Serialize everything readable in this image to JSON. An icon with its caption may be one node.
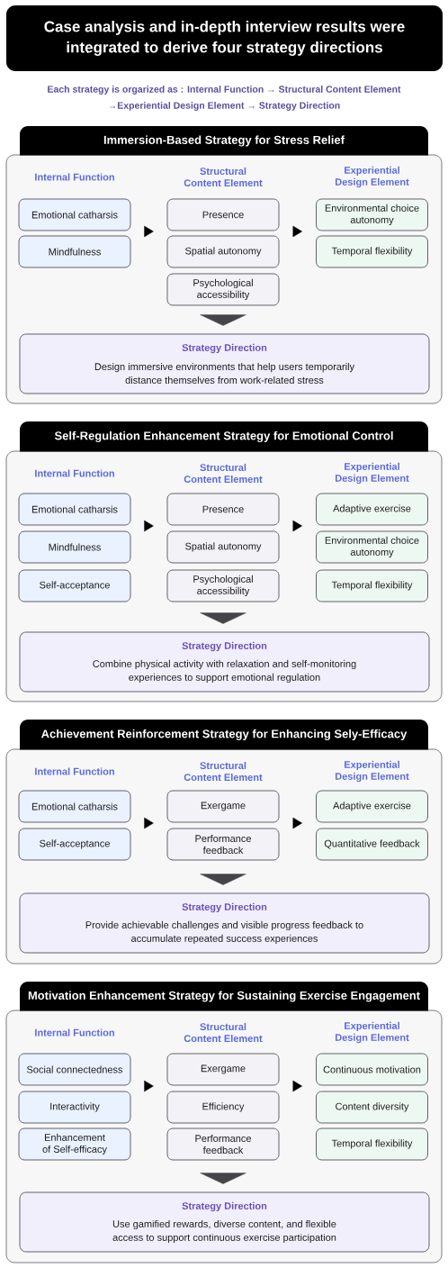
{
  "diagram": {
    "title": "Case analysis and in-depth interview results were integrated to derive four strategy directions",
    "nodes": [
      {
        "text": [
          "Immersion-Based Strategy for Stress Relief",
          "Internal Function",
          "Structural Content Element",
          "Experiential Design Element"
        ]
      },
      {
        "text": [
          "Emotional catharsis"
        ],
        "in": 0
      },
      {
        "text": [
          "Mindfulness"
        ],
        "in": 0
      },
      {
        "text": [
          "Presence"
        ],
        "in": 0
      },
      {
        "text": [
          "Spatial autonomy"
        ],
        "in": 0
      },
      {
        "text": [
          "Psychological accessibility"
        ],
        "in": 0
      },
      {
        "text": [
          "Environmental choice autonomy"
        ],
        "in": 0
      },
      {
        "text": [
          "Temporal flexibility"
        ],
        "in": 0
      },
      {
        "text": [
          "Strategy Direction",
          "Design immersive environments that help users temporarily distance themselves from work-related stress"
        ],
        "in": 0
      },
      {
        "text": [
          "Self-Regulation Enhancement Strategy for Emotional Control",
          "Internal Function",
          "Structural Content Element",
          "Experiential Design Element"
        ]
      },
      {
        "text": [
          "Emotional catharsis"
        ],
        "in": 9
      },
      {
        "text": [
          "Mindfulness"
        ],
        "in": 9
      },
      {
        "text": [
          "Self-acceptance"
        ],
        "in": 9
      },
      {
        "text": [
          "Presence"
        ],
        "in": 9
      },
      {
        "text": [
          "Spatial autonomy"
        ],
        "in": 9
      },
      {
        "text": [
          "Psychological accessibility"
        ],
        "in": 9
      },
      {
        "text": [
          "Adaptive exercise"
        ],
        "in": 9
      },
      {
        "text": [
          "Environmental choice autonomy"
        ],
        "in": 9
      },
      {
        "text": [
          "Temporal flexibility"
        ],
        "in": 9
      },
      {
        "text": [
          "Strategy Direction",
          "Combine physical activity with relaxation and self-monitoring experiences to support emotional regulation"
        ],
        "in": 9
      },
      {
        "text": [
          "Achievement Reinforcement Strategy for Enhancing Sely-Efficacy",
          "Internal Function",
          "Structural Content Element",
          "Experiential Design Element"
        ]
      },
      {
        "text": [
          "Emotional catharsis"
        ],
        "in": 20
      },
      {
        "text": [
          "Self-acceptance"
        ],
        "in": 20
      },
      {
        "text": [
          "Exergame"
        ],
        "in": 20
      },
      {
        "text": [
          "Performance feedback"
        ],
        "in": 20
      },
      {
        "text": [
          "Adaptive exercise"
        ],
        "in": 20
      },
      {
        "text": [
          "Quantitative feedback"
        ],
        "in": 20
      },
      {
        "text": [
          "Strategy Direction",
          "Provide achievable challenges and visible progress feedback to accumulate repeated success experiences"
        ],
        "in": 20
      },
      {
        "text": [
          "Motivation Enhancement Strategy for Sustaining Exercise Engagement",
          "Internal Function",
          "Structural Content Element",
          "Experiential Design Element"
        ]
      },
      {
        "text": [
          "Social connectedness"
        ],
        "in": 28
      },
      {
        "text": [
          "Interactivity"
        ],
        "in": 28
      },
      {
        "text": [
          "Enhancement of Self-efficacy"
        ],
        "in": 28
      },
      {
        "text": [
          "Exergame"
        ],
        "in": 28
      },
      {
        "text": [
          "Efficiency"
        ],
        "in": 28
      },
      {
        "text": [
          "Performance feedback"
        ],
        "in": 28
      },
      {
        "text": [
          "Continuous motivation"
        ],
        "in": 28
      },
      {
        "text": [
          "Content diversity"
        ],
        "in": 28
      },
      {
        "text": [
          "Temporal flexibility"
        ],
        "in": 28
      },
      {
        "text": [
          "Strategy Direction",
          "Use gamified rewards, diverse content, and flexible access to support continuous exercise participation"
        ],
        "in": 28
      }
    ],
    "edges": [
      {
        "from": 1,
        "to": 3,
        "arrow": "to"
      },
      {
        "from": 3,
        "to": 6,
        "arrow": "to"
      },
      {
        "from": 5,
        "to": 8,
        "arrow": "to"
      },
      {
        "from": 10,
        "to": 13,
        "arrow": "to"
      },
      {
        "from": 13,
        "to": 16,
        "arrow": "to"
      },
      {
        "from": 15,
        "to": 19,
        "arrow": "to"
      },
      {
        "from": 21,
        "to": 23,
        "arrow": "to"
      },
      {
        "from": 23,
        "to": 25,
        "arrow": "to"
      },
      {
        "from": 24,
        "to": 27,
        "arrow": "to"
      },
      {
        "from": 29,
        "to": 32,
        "arrow": "to"
      },
      {
        "from": 32,
        "to": 35,
        "arrow": "to"
      },
      {
        "from": 34,
        "to": 38,
        "arrow": "to"
      }
    ],
    "labels": [
      "Each strategy is orgarized as : Internal Function → Structural Content Element →Experiential Design Element → Strategy Direction"
    ]
  }
}
